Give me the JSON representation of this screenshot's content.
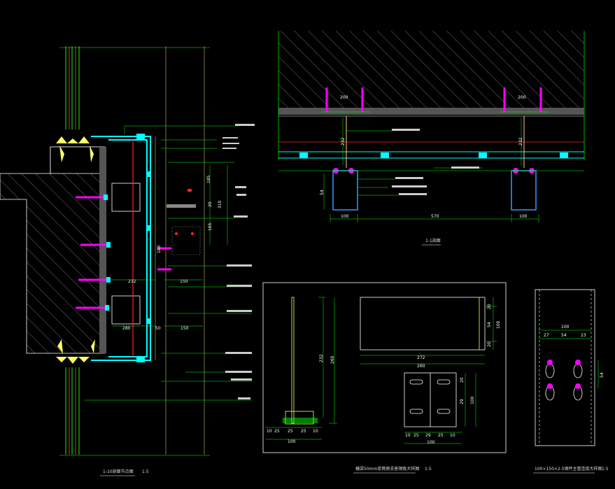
{
  "colors": {
    "background": "#000000",
    "green": "#00ff00",
    "cyan": "#00ffff",
    "magenta": "#ff00ff",
    "yellow": "#ffff66",
    "red": "#ff2222",
    "white": "#ffffff",
    "blue": "#3399ff",
    "gray": "#9a9a9a"
  },
  "left_detail": {
    "dims": {
      "d185": "185",
      "d20": "20",
      "d310": "310",
      "d165": "165",
      "d180": "180",
      "d232": "232",
      "d150a": "150",
      "d280": "280",
      "d50": "50",
      "d150b": "150"
    }
  },
  "section": {
    "dims": {
      "top200a": "200",
      "top200b": "200",
      "v232a": "232",
      "v232b": "232",
      "v54": "54",
      "b100a": "100",
      "b570": "570",
      "b100b": "100"
    }
  },
  "bracket": {
    "dims": {
      "h232": "232",
      "h260": "260",
      "b10": "10",
      "b25a": "25",
      "b25b": "25",
      "b25c": "25",
      "b10b": "10",
      "w100": "100"
    }
  },
  "plan": {
    "dims": {
      "top20": "20",
      "m54": "54",
      "bot20": "20",
      "r100": "100",
      "w272": "272",
      "w260": "260"
    }
  },
  "plate": {
    "dims": {
      "v20": "20",
      "v29": "29",
      "v100": "100",
      "b10": "10",
      "b25a": "25",
      "b29": "29",
      "b25b": "25",
      "b10b": "10",
      "w100": "100"
    }
  },
  "anchor": {
    "dims": {
      "w100": "100",
      "a23": "27",
      "a54": "54",
      "a23b": "23",
      "v54": "54"
    }
  },
  "captions": {
    "cap_left": "1-10剖面节点图",
    "cap_left_scale": "1:5",
    "cap_section": "1-1剖面",
    "cap_bracket": "横梁50mm厚两侧支座钢板大样图",
    "cap_bracket_scale": "1:5",
    "cap_anchor": "100×150×2.5钢件主管连接大样图",
    "cap_anchor_scale": "1:5"
  }
}
